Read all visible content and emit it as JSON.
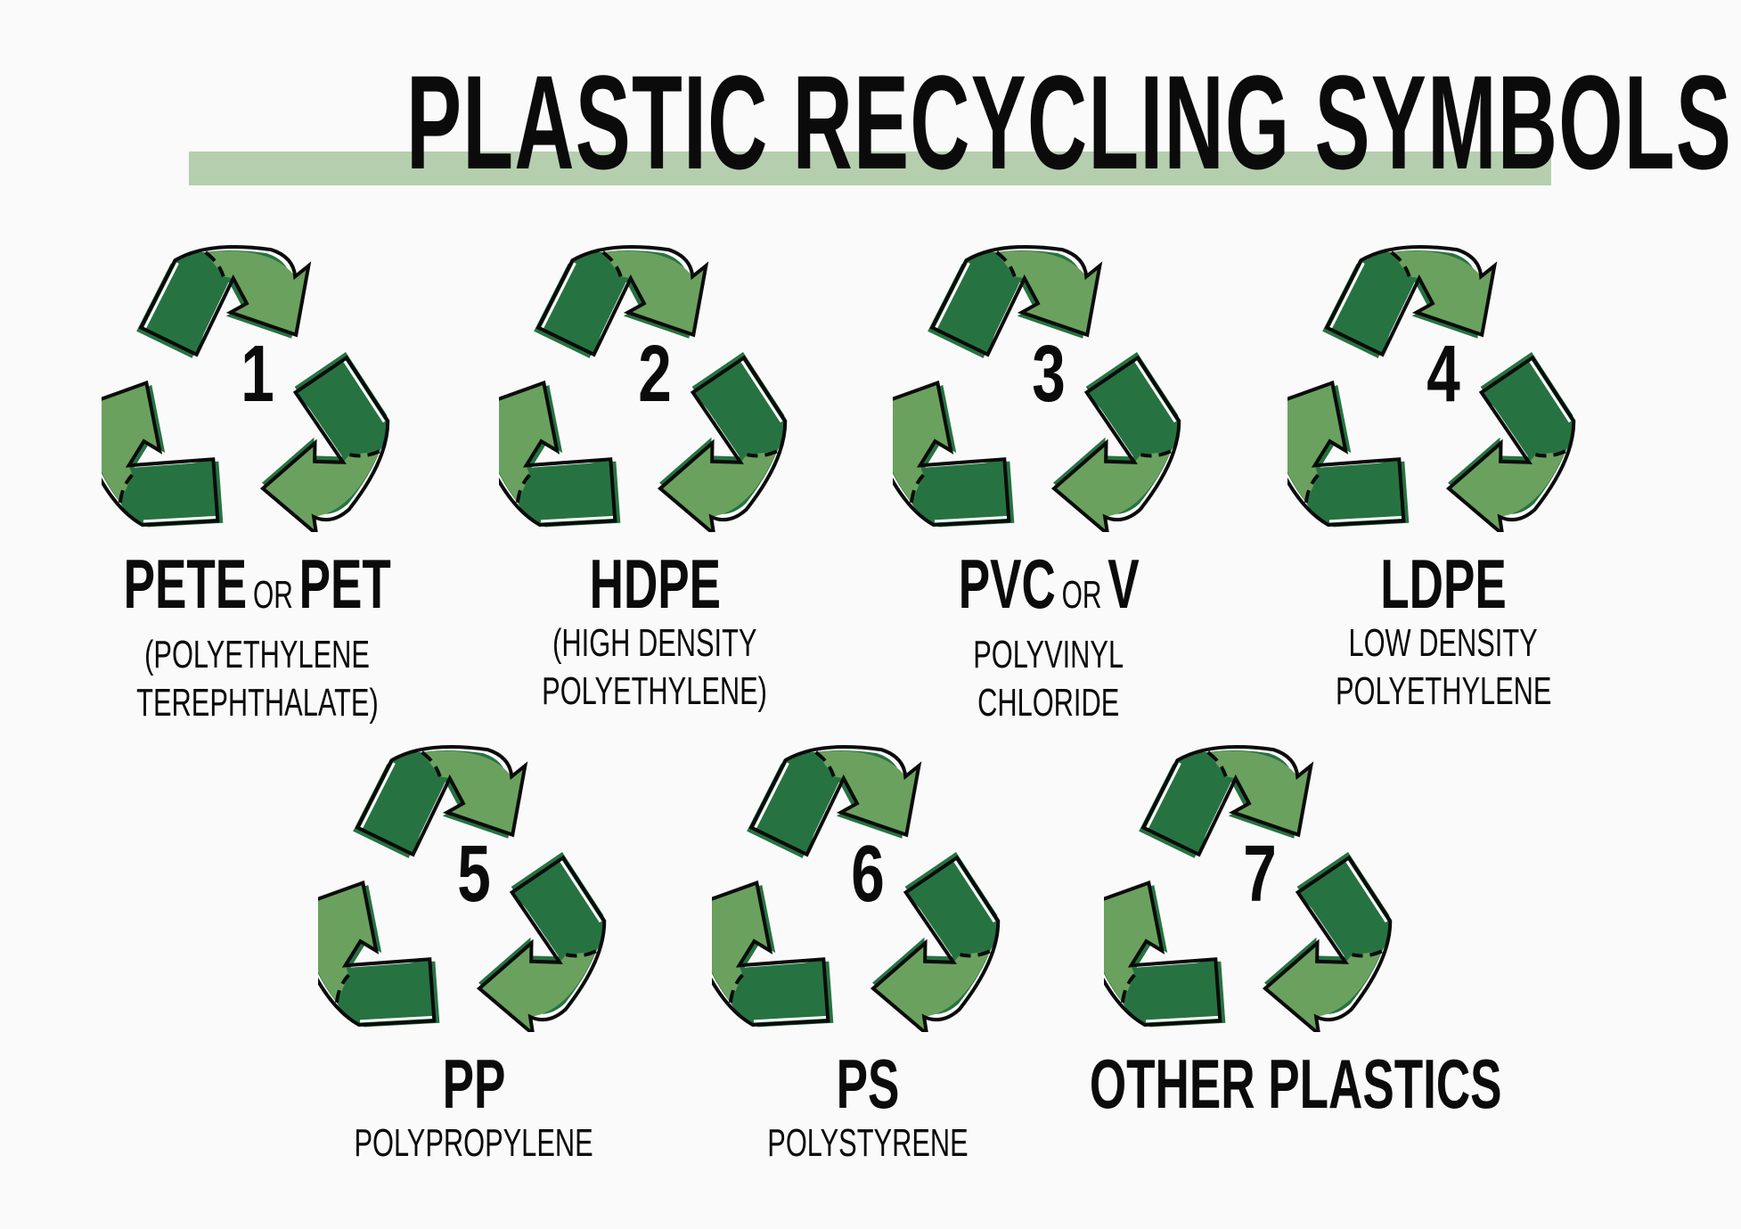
{
  "title": "PLASTIC RECYCLING SYMBOLS",
  "colors": {
    "dark_green": "#267341",
    "light_green": "#6ba15e",
    "title_bar": "#b5cfae",
    "outline": "#0b0b0b"
  },
  "icon": "recycling-arrows-icon",
  "items": [
    {
      "number": "1",
      "code": "PETE",
      "connector": "OR",
      "alt": "PET",
      "description": [
        "(POLYETHYLENE",
        "TEREPHTHALATE)"
      ]
    },
    {
      "number": "2",
      "code": "HDPE",
      "connector": "",
      "alt": "",
      "description": [
        "(HIGH DENSITY",
        "POLYETHYLENE)"
      ]
    },
    {
      "number": "3",
      "code": "PVC",
      "connector": "OR",
      "alt": "V",
      "description": [
        "POLYVINYL",
        "CHLORIDE"
      ]
    },
    {
      "number": "4",
      "code": "LDPE",
      "connector": "",
      "alt": "",
      "description": [
        "LOW DENSITY",
        "POLYETHYLENE"
      ]
    },
    {
      "number": "5",
      "code": "PP",
      "connector": "",
      "alt": "",
      "description": [
        "POLYPROPYLENE"
      ]
    },
    {
      "number": "6",
      "code": "PS",
      "connector": "",
      "alt": "",
      "description": [
        "POLYSTYRENE"
      ]
    },
    {
      "number": "7",
      "code": "OTHER PLASTICS",
      "connector": "",
      "alt": "",
      "description": []
    }
  ]
}
